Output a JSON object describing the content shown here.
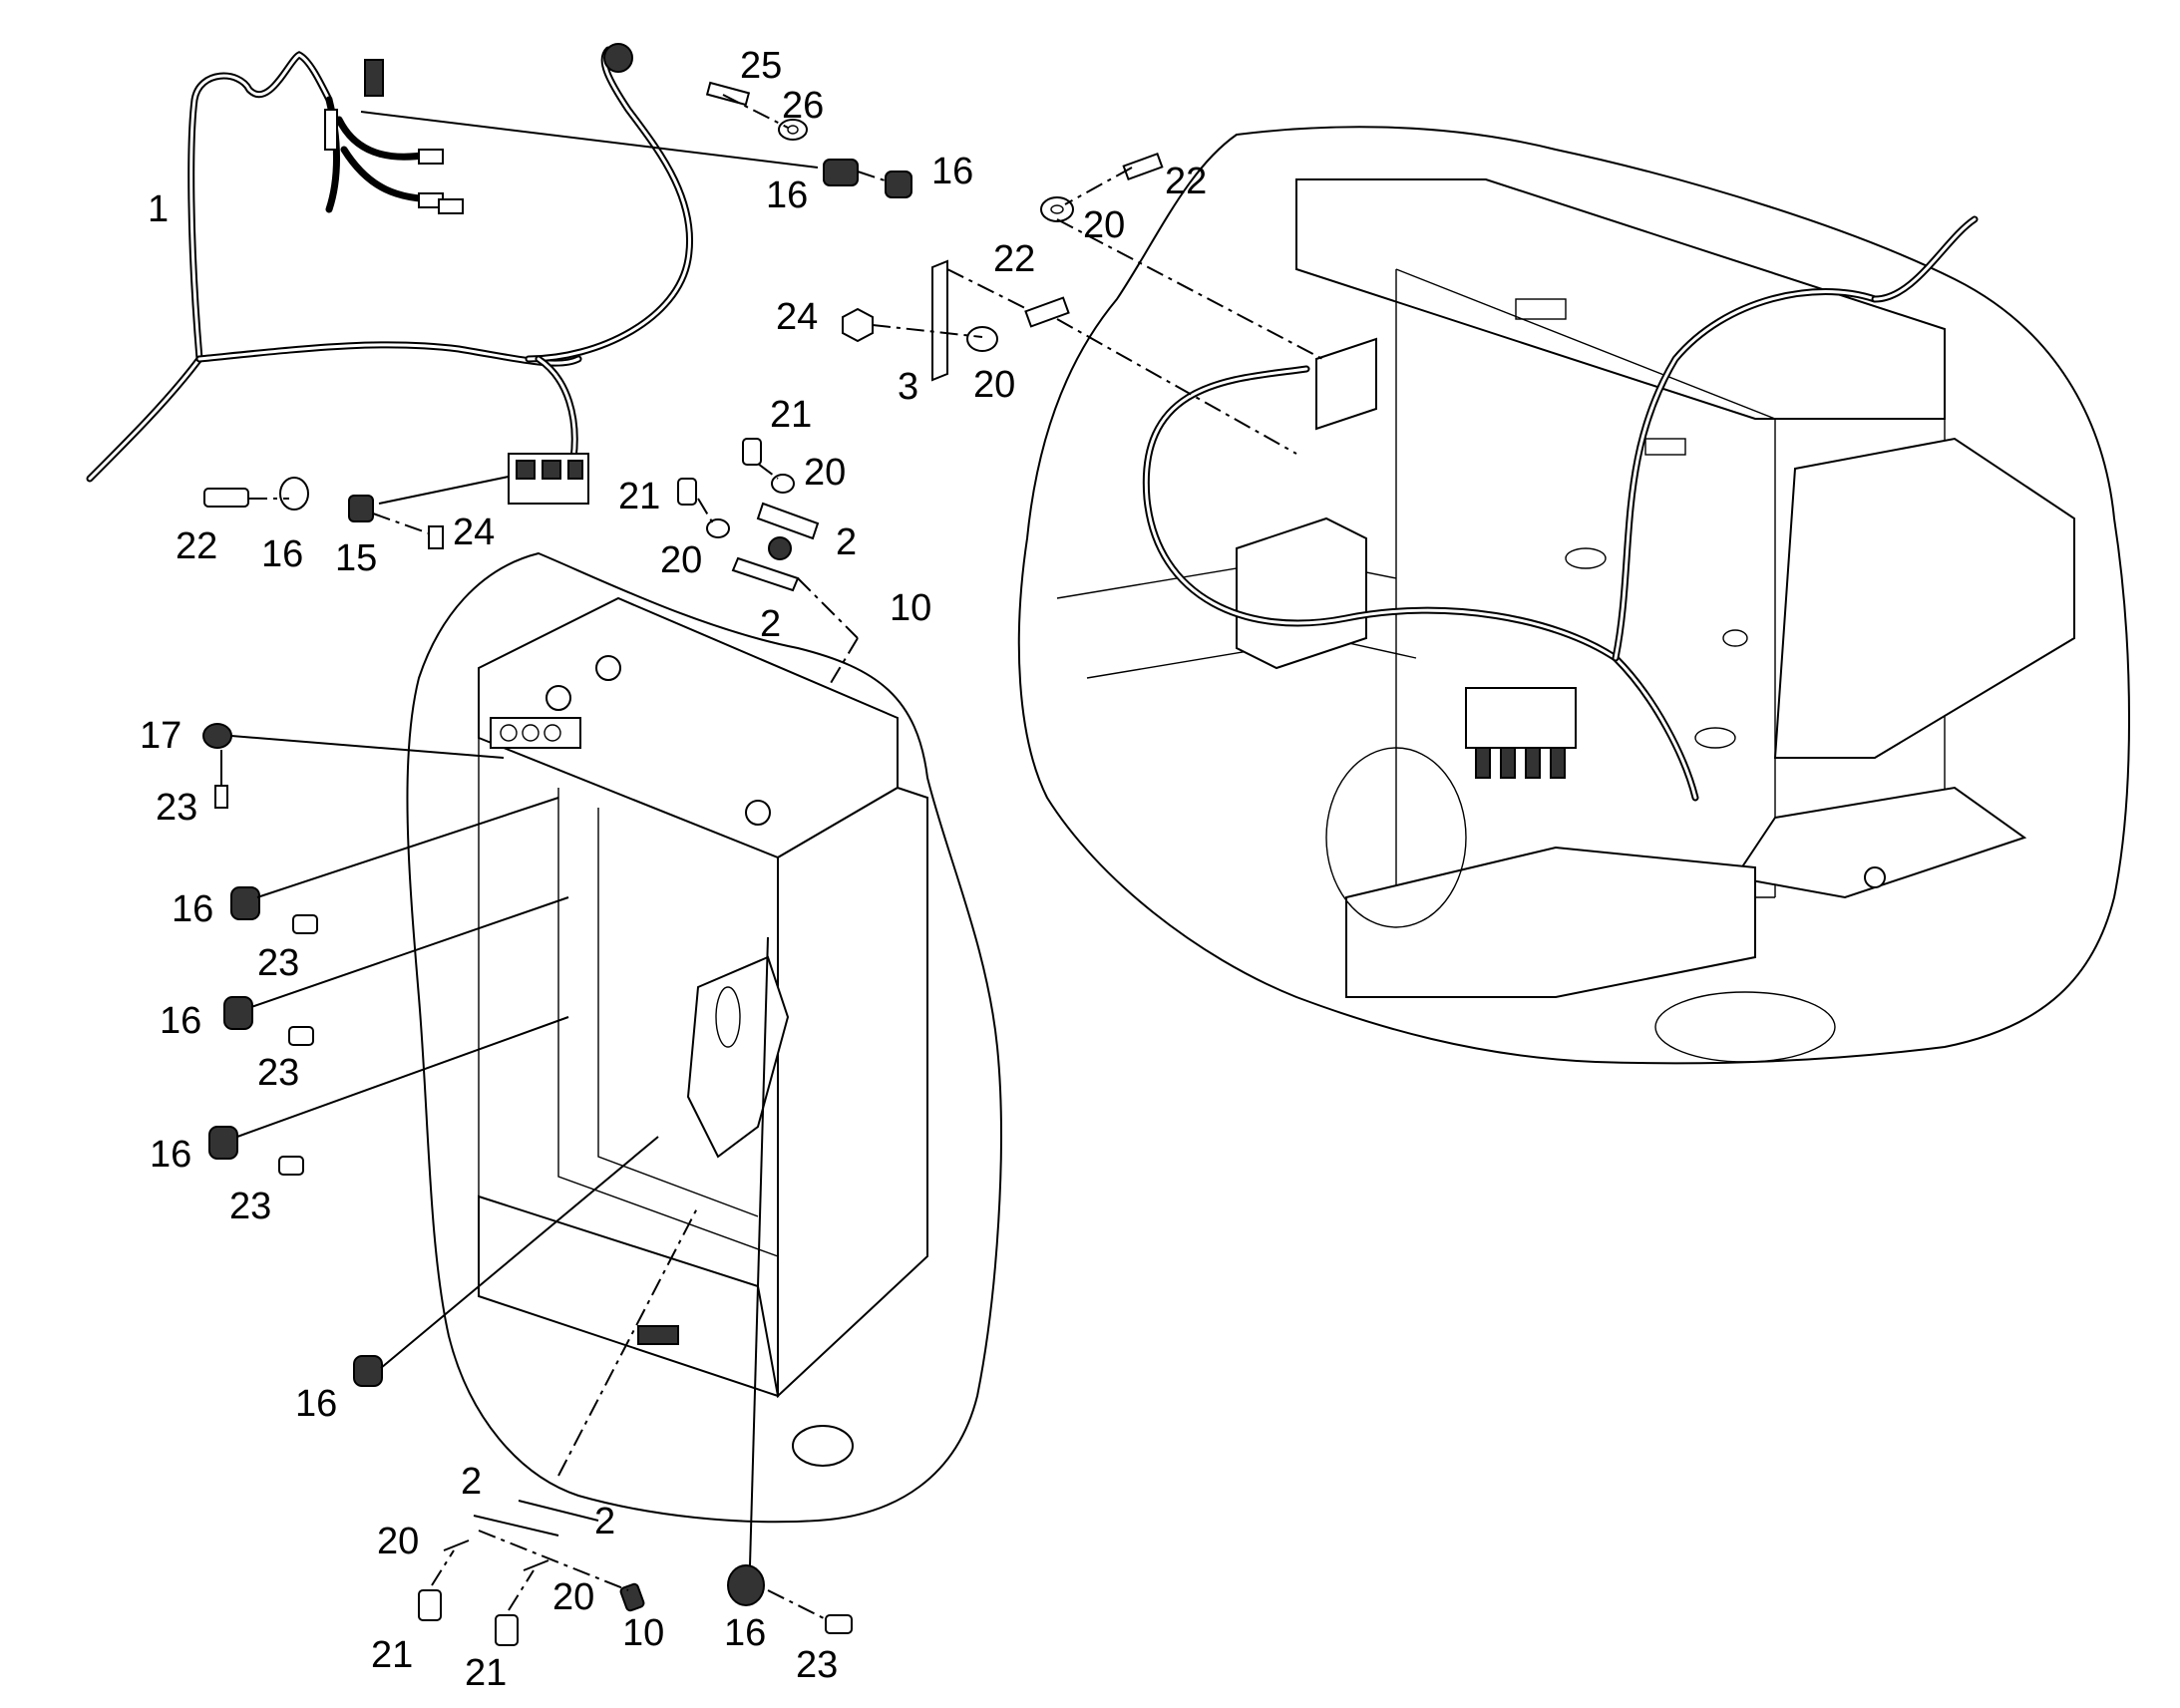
{
  "callouts": [
    {
      "id": "c1",
      "text": "1"
    },
    {
      "id": "c25",
      "text": "25"
    },
    {
      "id": "c26",
      "text": "26"
    },
    {
      "id": "c16a",
      "text": "16"
    },
    {
      "id": "c16b",
      "text": "16"
    },
    {
      "id": "c22a",
      "text": "22"
    },
    {
      "id": "c20a",
      "text": "20"
    },
    {
      "id": "c22b",
      "text": "22"
    },
    {
      "id": "c24a",
      "text": "24"
    },
    {
      "id": "c3",
      "text": "3"
    },
    {
      "id": "c20b",
      "text": "20"
    },
    {
      "id": "c21a",
      "text": "21"
    },
    {
      "id": "c20c",
      "text": "20"
    },
    {
      "id": "c21b",
      "text": "21"
    },
    {
      "id": "c2a",
      "text": "2"
    },
    {
      "id": "c20d",
      "text": "20"
    },
    {
      "id": "c2b",
      "text": "2"
    },
    {
      "id": "c10a",
      "text": "10"
    },
    {
      "id": "c22c",
      "text": "22"
    },
    {
      "id": "c16c",
      "text": "16"
    },
    {
      "id": "c15",
      "text": "15"
    },
    {
      "id": "c24b",
      "text": "24"
    },
    {
      "id": "c17",
      "text": "17"
    },
    {
      "id": "c23a",
      "text": "23"
    },
    {
      "id": "c16d",
      "text": "16"
    },
    {
      "id": "c23b",
      "text": "23"
    },
    {
      "id": "c16e",
      "text": "16"
    },
    {
      "id": "c23c",
      "text": "23"
    },
    {
      "id": "c16f",
      "text": "16"
    },
    {
      "id": "c23d",
      "text": "23"
    },
    {
      "id": "c16g",
      "text": "16"
    },
    {
      "id": "c2c",
      "text": "2"
    },
    {
      "id": "c2d",
      "text": "2"
    },
    {
      "id": "c20e",
      "text": "20"
    },
    {
      "id": "c20f",
      "text": "20"
    },
    {
      "id": "c10b",
      "text": "10"
    },
    {
      "id": "c21c",
      "text": "21"
    },
    {
      "id": "c21d",
      "text": "21"
    },
    {
      "id": "c16h",
      "text": "16"
    },
    {
      "id": "c23e",
      "text": "23"
    }
  ]
}
